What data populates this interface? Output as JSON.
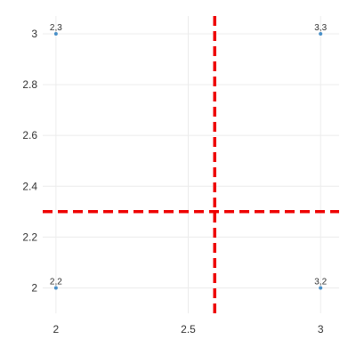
{
  "chart_data": {
    "type": "scatter",
    "title": "",
    "xlabel": "",
    "ylabel": "",
    "xlim": [
      1.95,
      3.07
    ],
    "ylim": [
      1.9,
      3.07
    ],
    "grid": true,
    "x_ticks": [
      2,
      2.5,
      3
    ],
    "x_tick_labels": [
      "2",
      "2.5",
      "3"
    ],
    "y_ticks": [
      2,
      2.2,
      2.4,
      2.6,
      2.8,
      3
    ],
    "y_tick_labels": [
      "2",
      "2.2",
      "2.4",
      "2.6",
      "2.8",
      "3"
    ],
    "points": [
      {
        "x": 2,
        "y": 3,
        "label": "2,3"
      },
      {
        "x": 3,
        "y": 3,
        "label": "3,3"
      },
      {
        "x": 2,
        "y": 2,
        "label": "2,2"
      },
      {
        "x": 3,
        "y": 2,
        "label": "3,2"
      }
    ],
    "reference_lines": [
      {
        "orientation": "vertical",
        "value": 2.6
      },
      {
        "orientation": "horizontal",
        "value": 2.3
      }
    ],
    "colors": {
      "point": "#4a90c8",
      "reference_line": "#ee0000",
      "grid": "#ececec"
    }
  }
}
